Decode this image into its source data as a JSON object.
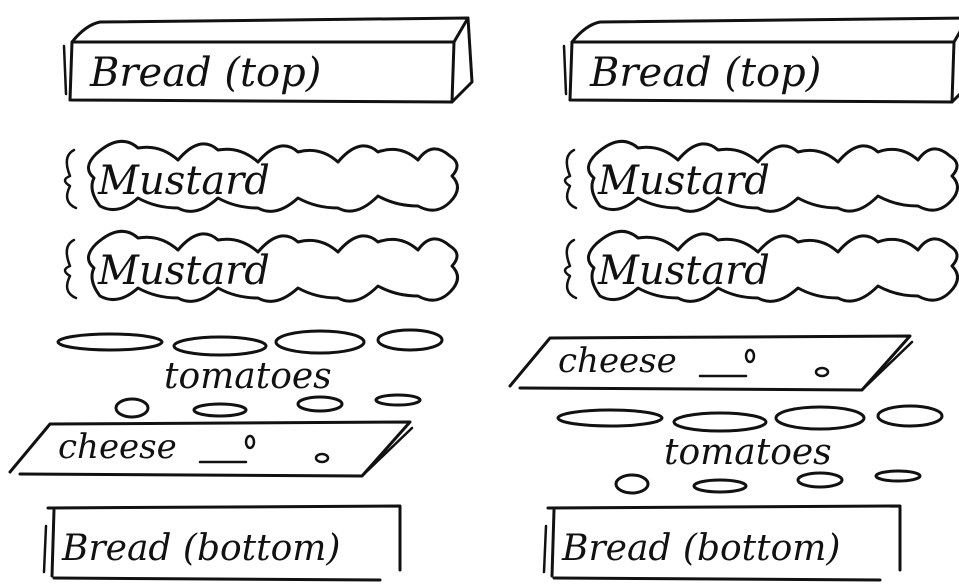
{
  "stacks": [
    {
      "id": "left",
      "layers": [
        {
          "kind": "bread-top",
          "label": "Bread (top)"
        },
        {
          "kind": "mustard",
          "label": "Mustard"
        },
        {
          "kind": "mustard",
          "label": "Mustard"
        },
        {
          "kind": "tomatoes",
          "label": "tomatoes"
        },
        {
          "kind": "cheese",
          "label": "cheese"
        },
        {
          "kind": "bread-bottom",
          "label": "Bread (bottom)"
        }
      ]
    },
    {
      "id": "right",
      "layers": [
        {
          "kind": "bread-top",
          "label": "Bread (top)"
        },
        {
          "kind": "mustard",
          "label": "Mustard"
        },
        {
          "kind": "mustard",
          "label": "Mustard"
        },
        {
          "kind": "cheese",
          "label": "cheese"
        },
        {
          "kind": "tomatoes",
          "label": "tomatoes"
        },
        {
          "kind": "bread-bottom",
          "label": "Bread (bottom)"
        }
      ]
    }
  ]
}
